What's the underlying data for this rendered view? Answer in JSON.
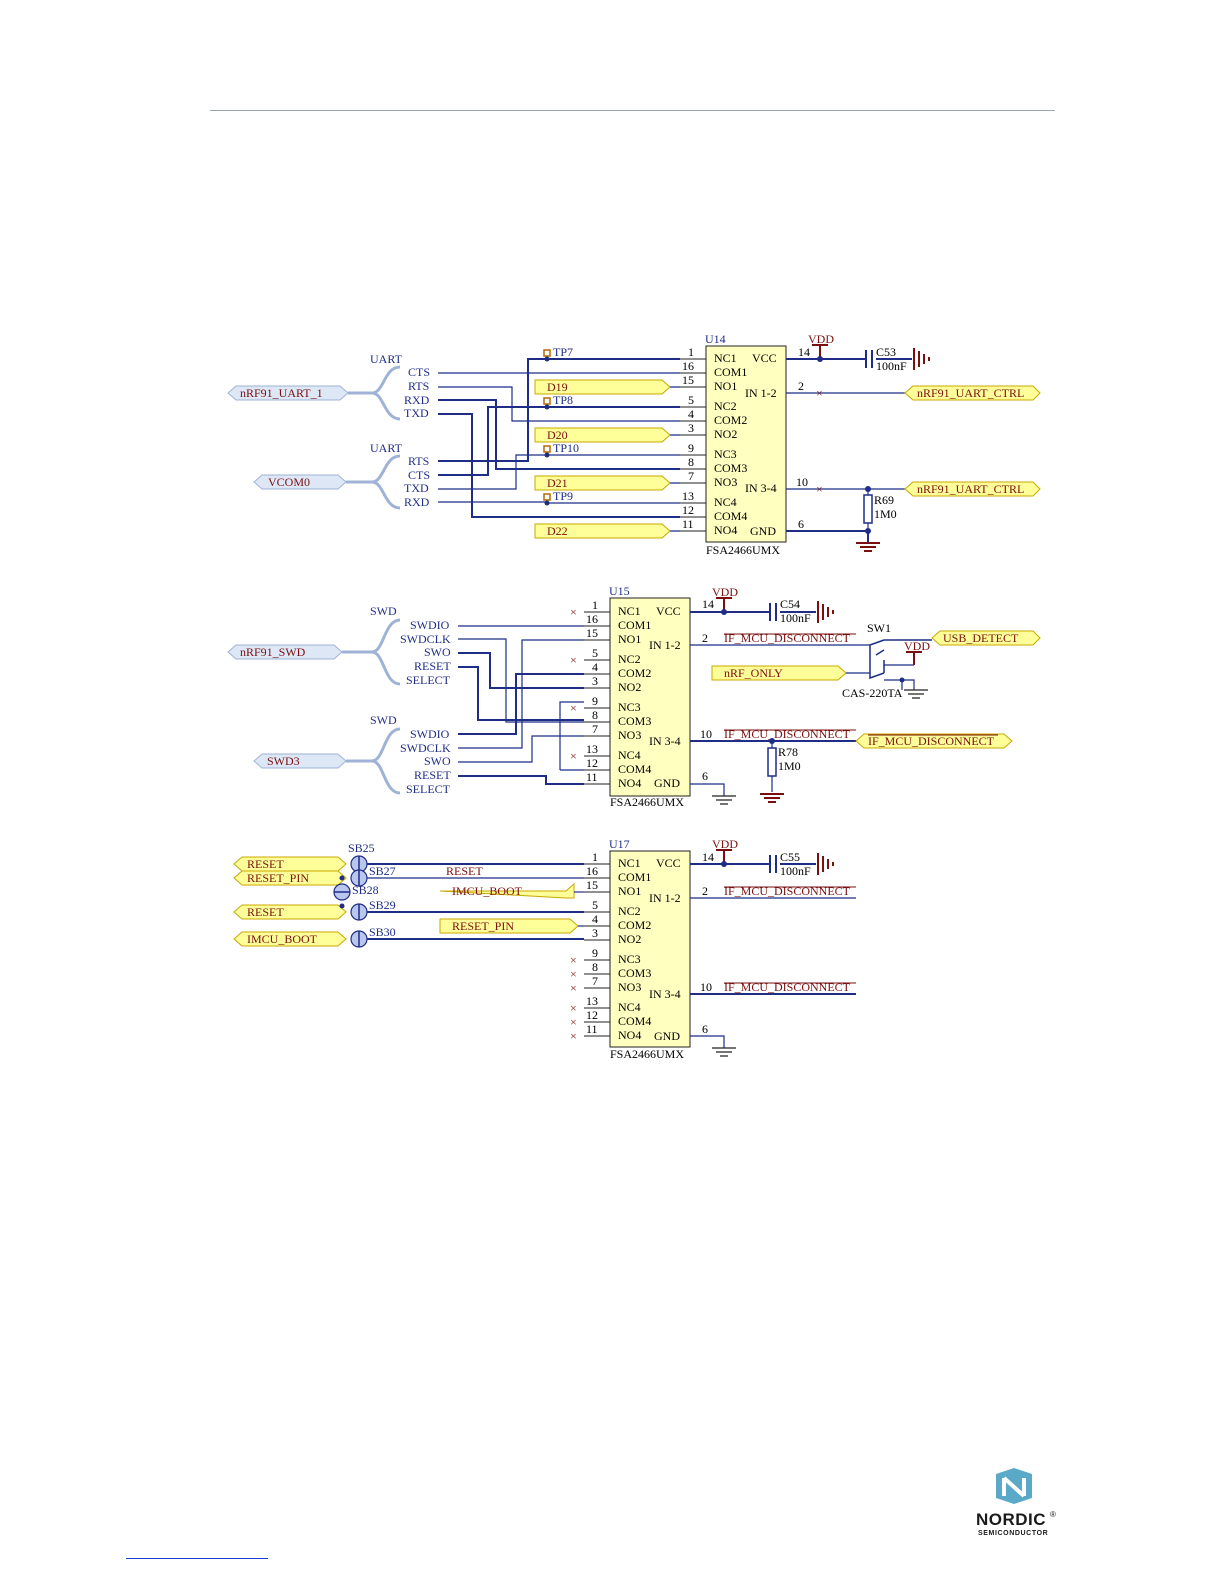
{
  "diagram": {
    "u14": {
      "ref": "U14",
      "part": "FSA2466UMX",
      "left_pins": [
        {
          "num": "1",
          "name": "NC1"
        },
        {
          "num": "16",
          "name": "COM1"
        },
        {
          "num": "15",
          "name": "NO1"
        },
        {
          "num": "5",
          "name": "NC2"
        },
        {
          "num": "4",
          "name": "COM2"
        },
        {
          "num": "3",
          "name": "NO2"
        },
        {
          "num": "9",
          "name": "NC3"
        },
        {
          "num": "8",
          "name": "COM3"
        },
        {
          "num": "7",
          "name": "NO3"
        },
        {
          "num": "13",
          "name": "NC4"
        },
        {
          "num": "12",
          "name": "COM4"
        },
        {
          "num": "11",
          "name": "NO4"
        }
      ],
      "vcc": "VCC",
      "vcc_pin": "14",
      "in12": "IN 1-2",
      "in12_pin": "2",
      "in34": "IN 3-4",
      "in34_pin": "10",
      "gnd": "GND",
      "gnd_pin": "6",
      "cap": "C53",
      "cap_val": "100nF",
      "vdd": "VDD",
      "res": "R69",
      "res_val": "1M0",
      "ctrl1": "nRF91_UART_CTRL",
      "ctrl2": "nRF91_UART_CTRL",
      "tps": [
        "TP7",
        "TP8",
        "TP10",
        "TP9"
      ],
      "nets": [
        "D19",
        "D20",
        "D21",
        "D22"
      ],
      "bus1_title": "UART",
      "bus1_flag": "nRF91_UART_1",
      "bus1_pins": [
        "CTS",
        "RTS",
        "RXD",
        "TXD"
      ],
      "bus2_title": "UART",
      "bus2_flag": "VCOM0",
      "bus2_pins": [
        "RTS",
        "CTS",
        "TXD",
        "RXD"
      ]
    },
    "u15": {
      "ref": "U15",
      "part": "FSA2466UMX",
      "left_pins": [
        {
          "num": "1",
          "name": "NC1"
        },
        {
          "num": "16",
          "name": "COM1"
        },
        {
          "num": "15",
          "name": "NO1"
        },
        {
          "num": "5",
          "name": "NC2"
        },
        {
          "num": "4",
          "name": "COM2"
        },
        {
          "num": "3",
          "name": "NO2"
        },
        {
          "num": "9",
          "name": "NC3"
        },
        {
          "num": "8",
          "name": "COM3"
        },
        {
          "num": "7",
          "name": "NO3"
        },
        {
          "num": "13",
          "name": "NC4"
        },
        {
          "num": "12",
          "name": "COM4"
        },
        {
          "num": "11",
          "name": "NO4"
        }
      ],
      "vcc": "VCC",
      "vcc_pin": "14",
      "in12": "IN 1-2",
      "in12_pin": "2",
      "in34": "IN 3-4",
      "in34_pin": "10",
      "gnd": "GND",
      "gnd_pin": "6",
      "cap": "C54",
      "cap_val": "100nF",
      "vdd": "VDD",
      "vdd2": "VDD",
      "res": "R78",
      "res_val": "1M0",
      "in12_net": "IF_MCU_DISCONNECT",
      "in34_net": "IF_MCU_DISCONNECT",
      "in34_flag": "IF_MCU_DISCONNECT",
      "sw": "SW1",
      "sw_part": "CAS-220TA",
      "usb_flag": "USB_DETECT",
      "nrf_only": "nRF_ONLY",
      "bus1_title": "SWD",
      "bus1_flag": "nRF91_SWD",
      "bus1_pins": [
        "SWDIO",
        "SWDCLK",
        "SWO",
        "RESET",
        "SELECT"
      ],
      "bus2_title": "SWD",
      "bus2_flag": "SWD3",
      "bus2_pins": [
        "SWDIO",
        "SWDCLK",
        "SWO",
        "RESET",
        "SELECT"
      ]
    },
    "u17": {
      "ref": "U17",
      "part": "FSA2466UMX",
      "left_pins": [
        {
          "num": "1",
          "name": "NC1"
        },
        {
          "num": "16",
          "name": "COM1"
        },
        {
          "num": "15",
          "name": "NO1"
        },
        {
          "num": "5",
          "name": "NC2"
        },
        {
          "num": "4",
          "name": "COM2"
        },
        {
          "num": "3",
          "name": "NO2"
        },
        {
          "num": "9",
          "name": "NC3"
        },
        {
          "num": "8",
          "name": "COM3"
        },
        {
          "num": "7",
          "name": "NO3"
        },
        {
          "num": "13",
          "name": "NC4"
        },
        {
          "num": "12",
          "name": "COM4"
        },
        {
          "num": "11",
          "name": "NO4"
        }
      ],
      "vcc": "VCC",
      "vcc_pin": "14",
      "in12": "IN 1-2",
      "in12_pin": "2",
      "in34": "IN 3-4",
      "in34_pin": "10",
      "gnd": "GND",
      "gnd_pin": "6",
      "cap": "C55",
      "cap_val": "100nF",
      "vdd": "VDD",
      "in12_net": "IF_MCU_DISCONNECT",
      "in34_net": "IF_MCU_DISCONNECT",
      "flags": [
        "RESET",
        "RESET_PIN",
        "RESET",
        "IMCU_BOOT"
      ],
      "sbs": [
        "SB25",
        "SB27",
        "SB28",
        "SB29",
        "SB30"
      ],
      "net_reset": "RESET",
      "net_imcu": "IMCU_BOOT",
      "net_resetpin": "RESET_PIN"
    }
  },
  "logo": {
    "name": "NORDIC",
    "sub": "SEMICONDUCTOR",
    "mark": "®"
  },
  "colors": {
    "wire": "#1f2d86",
    "net_label": "#7a0f0f",
    "chip_fill": "#ffffc0",
    "flag_yellow": "#ffff99",
    "flag_blue": "#dde7f6",
    "logo_blue": "#5aa9c9"
  }
}
